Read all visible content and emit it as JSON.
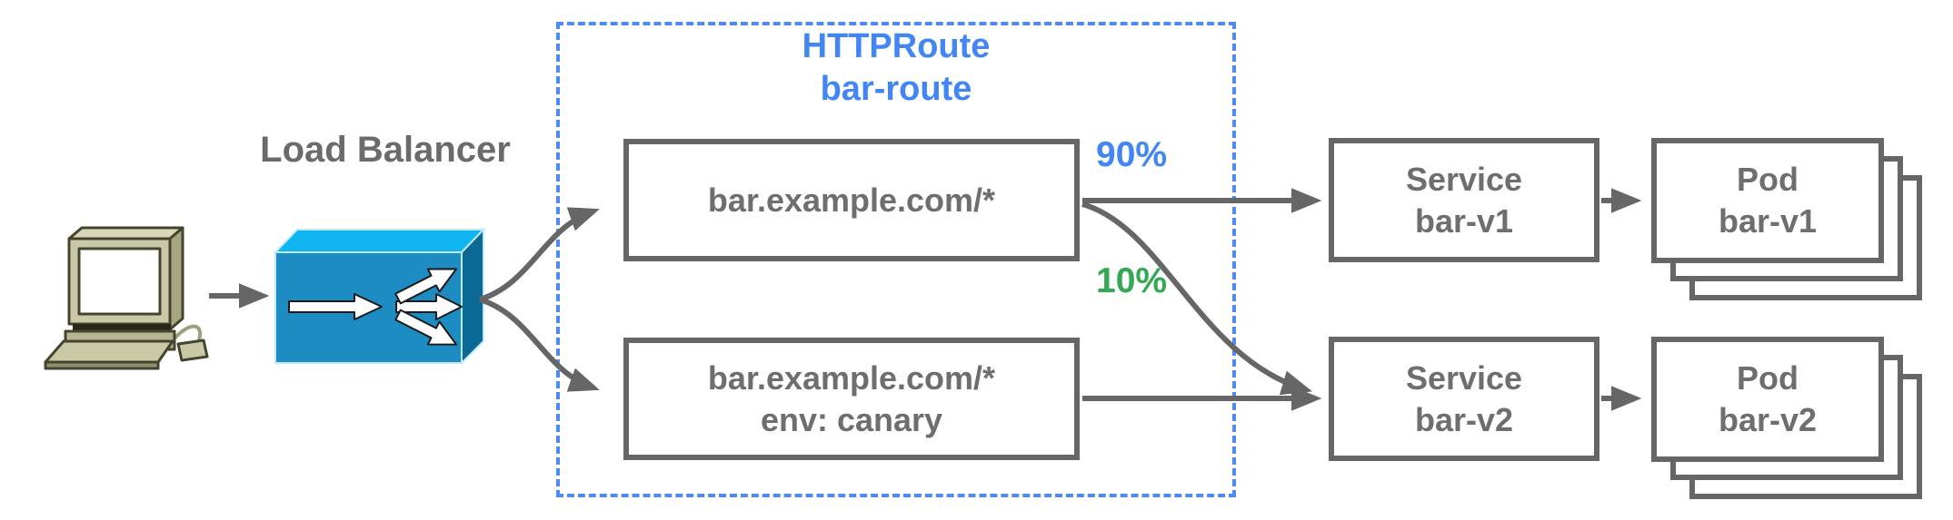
{
  "client": {
    "icon": "desktop-computer"
  },
  "load_balancer": {
    "label": "Load Balancer",
    "icon": "load-balancer-3d-box"
  },
  "httproute": {
    "kind_label": "HTTPRoute",
    "name_label": "bar-route",
    "rule_top": {
      "match_label": "bar.example.com/*",
      "weight_label": "90%"
    },
    "rule_bottom": {
      "match_label": "bar.example.com/*",
      "header_label": "env: canary",
      "weight_label": "10%"
    }
  },
  "service_v1": {
    "kind_label": "Service",
    "name_label": "bar-v1"
  },
  "service_v2": {
    "kind_label": "Service",
    "name_label": "bar-v2"
  },
  "pod_v1": {
    "kind_label": "Pod",
    "name_label": "bar-v1"
  },
  "pod_v2": {
    "kind_label": "Pod",
    "name_label": "bar-v2"
  },
  "colors": {
    "blue_text": "#4285f4",
    "green_text": "#34a853",
    "gray_text": "#6e6e6e",
    "box_border": "#666666",
    "arrow": "#666666",
    "dashed_border": "#4f8af2",
    "lb_front": "#1d8cc2",
    "lb_top": "#0fb4f0",
    "lb_side": "#0b6a95",
    "computer_body": "#c9c9a7"
  }
}
